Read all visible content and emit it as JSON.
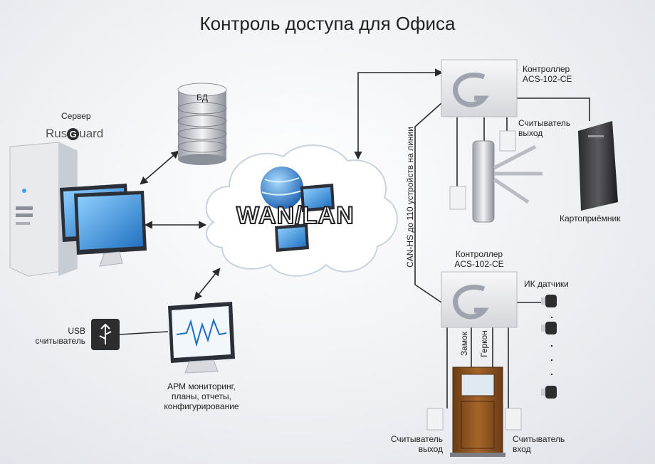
{
  "title": "Контроль доступа для Офиса",
  "server": {
    "label": "Сервер",
    "logo_left": "Rus",
    "logo_mark": "G",
    "logo_right": "uard"
  },
  "database": {
    "label": "БД"
  },
  "network": {
    "label": "WAN/LAN"
  },
  "workstation": {
    "lines": [
      "АРМ мониторинг,",
      "планы, отчеты,",
      "конфигурирование"
    ]
  },
  "usb_reader": {
    "lines": [
      "USB",
      "считыватель"
    ]
  },
  "bus": {
    "label": "CAN-HS до 110 устройств на линии"
  },
  "controller_top": {
    "lines": [
      "Контроллер",
      "ACS-102-CE"
    ],
    "mark": "G"
  },
  "controller_bottom": {
    "lines": [
      "Контроллер",
      "ACS-102-CE"
    ],
    "mark": "G"
  },
  "reader_exit_top": {
    "lines": [
      "Считыватель",
      "выход"
    ]
  },
  "card_collector": {
    "label": "Картоприёмник"
  },
  "ir_sensors": {
    "label": "ИК датчики"
  },
  "lock": {
    "label": "Замок"
  },
  "reed_switch": {
    "label": "Геркон"
  },
  "reader_exit_bottom": {
    "lines": [
      "Считыватель",
      "выход"
    ]
  },
  "reader_entry_bottom": {
    "lines": [
      "Считыватель",
      "вход"
    ]
  },
  "colors": {
    "line": "#2a2a2a",
    "screen": "#2f8fd8",
    "controller": "#e9eaee",
    "accent": "#1a6fc0"
  }
}
